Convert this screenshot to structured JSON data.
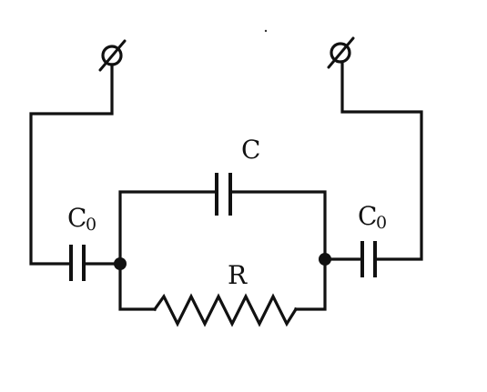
{
  "labels": {
    "capacitor_c": "C",
    "resistor_r": "R",
    "coupling_left_main": "C",
    "coupling_left_sub": "0",
    "coupling_right_main": "C",
    "coupling_right_sub": "0"
  }
}
